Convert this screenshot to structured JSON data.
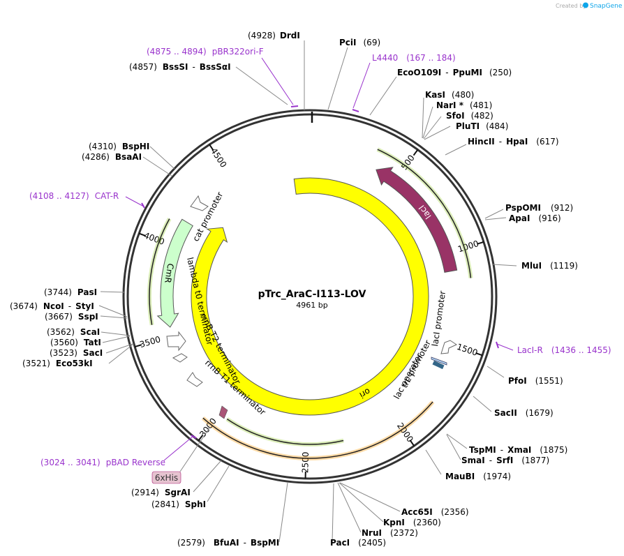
{
  "credit": {
    "created_by": "Created by",
    "brand": "SnapGene"
  },
  "plasmid": {
    "name": "pTrc_AraC-I113-LOV",
    "size": "4961 bp"
  },
  "ticks": [
    {
      "bp": 500,
      "label": "500"
    },
    {
      "bp": 1000,
      "label": "1000"
    },
    {
      "bp": 1500,
      "label": "1500"
    },
    {
      "bp": 2000,
      "label": "2000"
    },
    {
      "bp": 2500,
      "label": "2500"
    },
    {
      "bp": 3000,
      "label": "3000"
    },
    {
      "bp": 3500,
      "label": "3500"
    },
    {
      "bp": 4000,
      "label": "4000"
    },
    {
      "bp": 4500,
      "label": "4500"
    }
  ],
  "features": [
    {
      "name": "ori",
      "color": "#ffff00",
      "start": 4855,
      "end": 4250,
      "arrow": "cw",
      "label": "ori"
    },
    {
      "name": "lacI",
      "color": "#993366",
      "start": 1100,
      "end": 380,
      "arrow": "ccw",
      "label": "lacI"
    },
    {
      "name": "CmR",
      "color": "#ccffcc",
      "start": 4150,
      "end": 3550,
      "arrow": "ccw",
      "label": "CmR"
    }
  ],
  "feature_labels": {
    "cat_promoter": "cat promoter",
    "lambda": "lambda t0 terminator",
    "rrnB_T2": "rrnB T2 terminator",
    "rrnB_T1": "rrnB T1 terminator",
    "trc": "trc promoter",
    "lac_op": "lac operator",
    "lacI_prom": "lacI promoter",
    "his": "6xHis"
  },
  "sites": {
    "DrdI": {
      "pos": "(4928)",
      "name": "DrdI"
    },
    "PciI": {
      "pos": "(69)",
      "name": "PciI"
    },
    "EcoO109I": {
      "pos": "(250)",
      "name": "EcoO109I",
      "alt": "PpuMI"
    },
    "KasI": {
      "pos": "(480)",
      "name": "KasI"
    },
    "NarI": {
      "pos": "(481)",
      "name": "NarI *"
    },
    "SfoI": {
      "pos": "(482)",
      "name": "SfoI"
    },
    "PluTI": {
      "pos": "(484)",
      "name": "PluTI"
    },
    "HincII": {
      "pos": "(617)",
      "name": "HincII",
      "alt": "HpaI"
    },
    "PspOMI": {
      "pos": "(912)",
      "name": "PspOMI"
    },
    "ApaI": {
      "pos": "(916)",
      "name": "ApaI"
    },
    "MluI": {
      "pos": "(1119)",
      "name": "MluI"
    },
    "PfoI": {
      "pos": "(1551)",
      "name": "PfoI"
    },
    "SacII": {
      "pos": "(1679)",
      "name": "SacII"
    },
    "TspMI": {
      "pos": "(1875)",
      "name": "TspMI",
      "alt": "XmaI"
    },
    "SmaI": {
      "pos": "(1877)",
      "name": "SmaI",
      "alt": "SrfI"
    },
    "MauBI": {
      "pos": "(1974)",
      "name": "MauBI"
    },
    "Acc65I": {
      "pos": "(2356)",
      "name": "Acc65I"
    },
    "KpnI": {
      "pos": "(2360)",
      "name": "KpnI"
    },
    "NruI": {
      "pos": "(2372)",
      "name": "NruI"
    },
    "PacI": {
      "pos": "(2405)",
      "name": "PacI"
    },
    "BfuAI": {
      "pos": "(2579)",
      "name": "BfuAI",
      "alt": "BspMI"
    },
    "SphI": {
      "pos": "(2841)",
      "name": "SphI"
    },
    "SgrAI": {
      "pos": "(2914)",
      "name": "SgrAI"
    },
    "Eco53kI": {
      "pos": "(3521)",
      "name": "Eco53kI"
    },
    "SacI": {
      "pos": "(3523)",
      "name": "SacI"
    },
    "TatI": {
      "pos": "(3560)",
      "name": "TatI"
    },
    "ScaI": {
      "pos": "(3562)",
      "name": "ScaI"
    },
    "SspI": {
      "pos": "(3667)",
      "name": "SspI"
    },
    "NcoI": {
      "pos": "(3674)",
      "name": "NcoI",
      "alt": "StyI"
    },
    "PasI": {
      "pos": "(3744)",
      "name": "PasI"
    },
    "BsaAI": {
      "pos": "(4286)",
      "name": "BsaAI"
    },
    "BspHI": {
      "pos": "(4310)",
      "name": "BspHI"
    },
    "BssSI": {
      "pos": "(4857)",
      "name": "BssSI",
      "alt": "BssSαI"
    }
  },
  "primers": {
    "pBR322ori": {
      "range": "(4875 .. 4894)",
      "name": "pBR322ori-F"
    },
    "L4440": {
      "range": "(167 .. 184)",
      "name": "L4440"
    },
    "LacIR": {
      "range": "(1436 .. 1455)",
      "name": "LacI-R"
    },
    "CATR": {
      "range": "(4108 .. 4127)",
      "name": "CAT-R"
    },
    "pBAD": {
      "range": "(3024 .. 3041)",
      "name": "pBAD Reverse"
    }
  },
  "colors": {
    "primer": "#9933cc",
    "line": "#888888",
    "backbone": "#333333"
  }
}
